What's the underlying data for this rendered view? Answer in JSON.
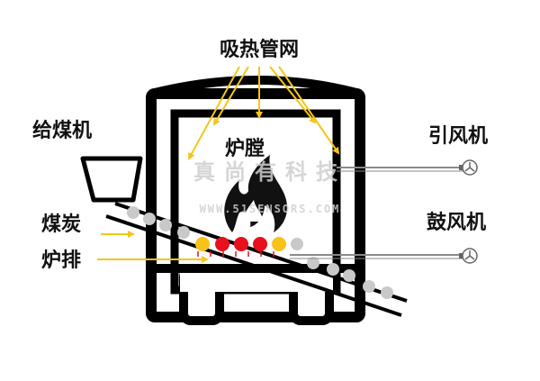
{
  "labels": {
    "heat_pipe_grid": "吸热管网",
    "coal_feeder": "给煤机",
    "furnace_chamber": "炉膛",
    "induced_draft_fan": "引风机",
    "coal": "煤炭",
    "blower_fan": "鼓风机",
    "grate": "炉排"
  },
  "watermark": {
    "brand": "真尚有科技",
    "url": "WWW.51SENSORS.COM"
  },
  "colors": {
    "outline": "#000000",
    "arrow": "#f5c518",
    "flame": "#111111",
    "ball_red": "#e8101c",
    "ball_yellow": "#f7c21a",
    "ball_gray": "#c9c9c9",
    "duct": "#8a8a8a"
  },
  "icons": {
    "induced_draft_fan": "fan-icon",
    "blower_fan": "fan-icon"
  }
}
